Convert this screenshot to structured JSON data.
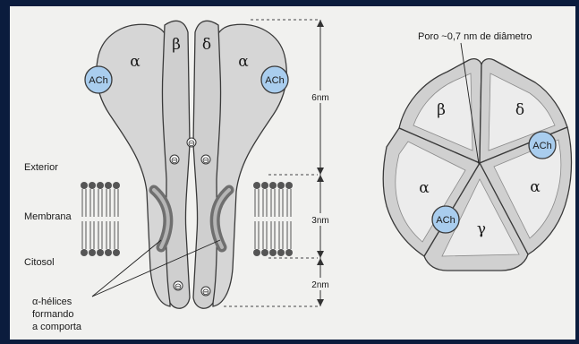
{
  "diagram": {
    "left_panel": {
      "subunits": {
        "alpha_left": "α",
        "beta": "β",
        "delta": "δ",
        "alpha_right": "α"
      },
      "ach_left": "ACh",
      "ach_right": "ACh",
      "layers": {
        "exterior": "Exterior",
        "membrane": "Membrana",
        "cytosol": "Citosol"
      },
      "scale": {
        "top": "6nm",
        "middle": "3nm",
        "bottom": "2nm"
      },
      "charge_symbol": "⊖",
      "helix_caption": {
        "line1": "α-hélices",
        "line2": "formando",
        "line3": "a comporta"
      }
    },
    "right_panel": {
      "pore_label": "Poro ~0,7 nm de diâmetro",
      "subunits": {
        "beta": "β",
        "delta": "δ",
        "alpha_left": "α",
        "alpha_right": "α",
        "gamma": "γ"
      },
      "ach_top": "ACh",
      "ach_bottom": "ACh"
    }
  },
  "colors": {
    "background": "#0b1c3d",
    "paper": "#f1f1ef",
    "subunit_fill": "#d6d6d6",
    "inner_fill": "#ececec",
    "ach_fill": "#a9cdee",
    "outline": "#3a3a3a"
  }
}
